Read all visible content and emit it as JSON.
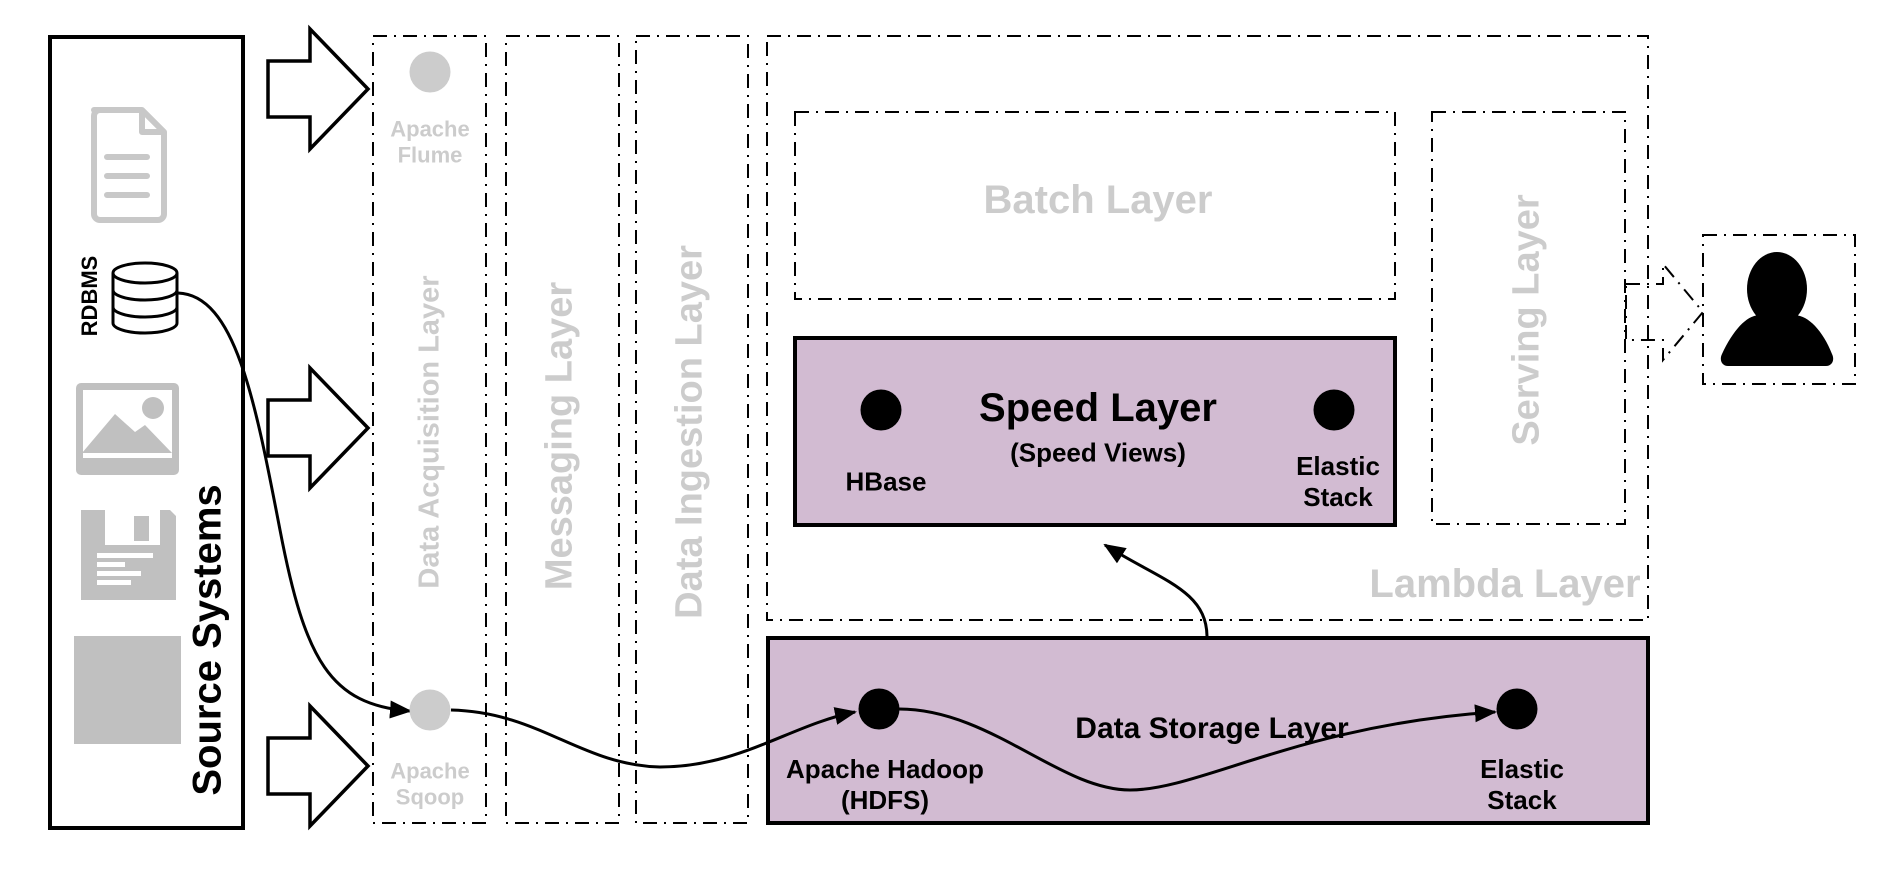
{
  "source_systems": {
    "title": "Source Systems",
    "rdbms_label": "RDBMS",
    "icons": [
      "document-icon",
      "database-icon",
      "image-icon",
      "floppy-disk-icon",
      "placeholder-square-icon"
    ]
  },
  "layers": {
    "acquisition": {
      "title": "Data Acquisition Layer",
      "tools": [
        "Apache Flume",
        "Apache Sqoop"
      ]
    },
    "messaging": {
      "title": "Messaging Layer"
    },
    "ingestion": {
      "title": "Data Ingestion Layer"
    },
    "lambda": {
      "title": "Lambda Layer",
      "batch": {
        "title": "Batch Layer"
      },
      "speed": {
        "title": "Speed Layer",
        "subtitle": "(Speed Views)",
        "tools": [
          "HBase",
          "Elastic Stack"
        ]
      },
      "serving": {
        "title": "Serving Layer"
      }
    },
    "storage": {
      "title": "Data Storage Layer",
      "tools": [
        "Apache Hadoop (HDFS)",
        "Elastic Stack"
      ]
    }
  },
  "user": {
    "icon": "user-icon"
  },
  "colors": {
    "highlight_fill": "#d2bbd2",
    "inactive_text": "#cccccc",
    "stroke": "#000000"
  }
}
